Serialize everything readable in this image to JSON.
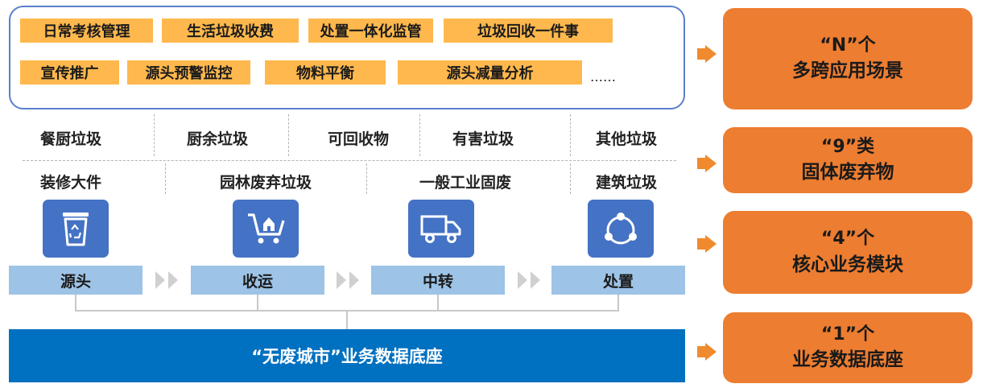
{
  "scenarios": {
    "row1": [
      "日常考核管理",
      "生活垃圾收费",
      "处置一体化监管",
      "垃圾回收一件事"
    ],
    "row2": [
      "宣传推广",
      "源头预警监控",
      "物料平衡",
      "源头减量分析"
    ],
    "ellipsis": "……"
  },
  "waste_categories": {
    "row1": [
      "餐厨垃圾",
      "厨余垃圾",
      "可回收物",
      "有害垃圾",
      "其他垃圾"
    ],
    "row2": [
      "装修大件",
      "园林废弃垃圾",
      "一般工业固废",
      "建筑垃圾"
    ]
  },
  "stages": [
    {
      "label": "源头",
      "icon": "recycle-bin-icon"
    },
    {
      "label": "收运",
      "icon": "shopping-cart-icon"
    },
    {
      "label": "中转",
      "icon": "truck-icon"
    },
    {
      "label": "处置",
      "icon": "share-network-icon"
    }
  ],
  "base_label": "“无废城市”业务数据底座",
  "cards": [
    {
      "line1": "“N”个",
      "line2": "多跨应用场景"
    },
    {
      "line1": "“9”类",
      "line2": "固体废弃物"
    },
    {
      "line1": "“4”个",
      "line2": "核心业务模块"
    },
    {
      "line1": "“1”个",
      "line2": "业务数据底座"
    }
  ],
  "colors": {
    "tag": "#FFB84D",
    "stage": "#9DC3E6",
    "icon_tile": "#4472C4",
    "base": "#0070C0",
    "card": "#ED7D31",
    "arrow": "#F08A2E",
    "box_border": "#5B7FC9"
  }
}
